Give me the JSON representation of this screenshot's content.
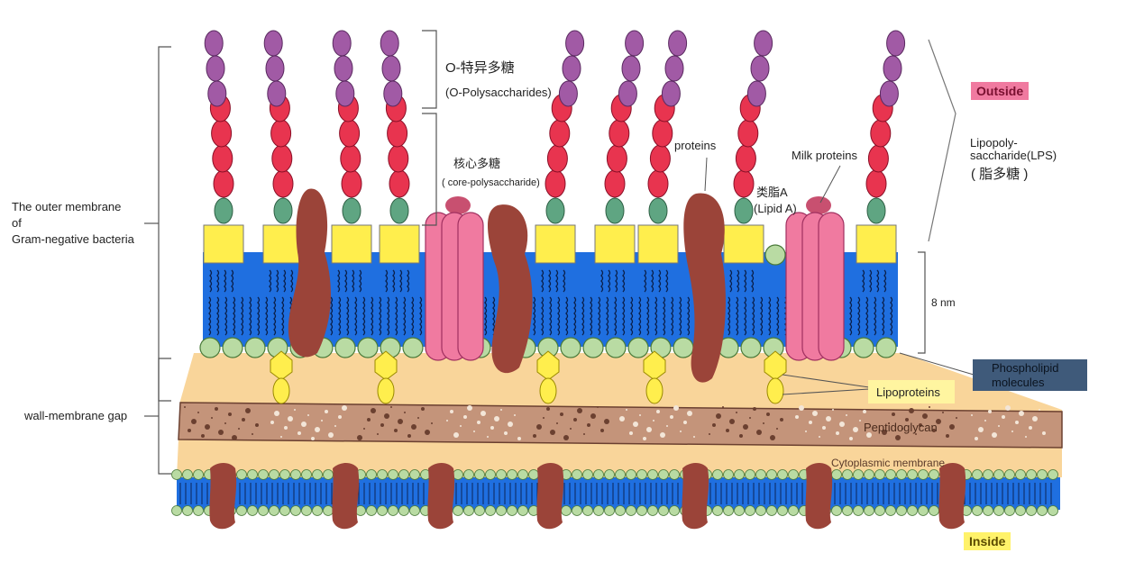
{
  "labels": {
    "outer_membrane_line1": "The outer membrane",
    "outer_membrane_line2": "of",
    "outer_membrane_line3": "Gram-negative bacteria",
    "wall_membrane_gap": "wall-membrane gap",
    "o_polysaccharide_cn": "O-特异多糖",
    "o_polysaccharide_en": "(O-Polysaccharides)",
    "core_polysaccharide_cn": "核心多糖",
    "core_polysaccharide_en": "( core-polysaccharide)",
    "proteins": "proteins",
    "milk_proteins": "Milk proteins",
    "lipid_a_cn": "类脂A",
    "lipid_a_en": "(Lipid A)",
    "outside": "Outside",
    "lps_line1": "Lipopoly-",
    "lps_line2": "saccharide(LPS)",
    "lps_cn": "( 脂多糖 )",
    "thickness": "8 nm",
    "phospholipid_line1": "Phospholipid",
    "phospholipid_line2": "molecules",
    "lipoproteins": "Lipoproteins",
    "peptidoglycan": "Peptidoglycan",
    "cytoplasmic_membrane": "Cytoplasmic membrane",
    "inside": "Inside"
  },
  "colors": {
    "membrane_blue": "#1f6fe0",
    "head_green": "#b9dba3",
    "lipid_a_yellow": "#ffee4d",
    "core_red": "#e8344f",
    "o_purple": "#a15aa5",
    "knob_green": "#5fa582",
    "protein_brown": "#9b4439",
    "porin_pink": "#f07aa0",
    "periplasm_tan": "#f9d59a",
    "peptidoglycan_brown": "#c4947a",
    "outside_tag": "#f07aa0",
    "inside_tag": "#fff26a",
    "phospholipid_box": "#3f5a7a"
  }
}
